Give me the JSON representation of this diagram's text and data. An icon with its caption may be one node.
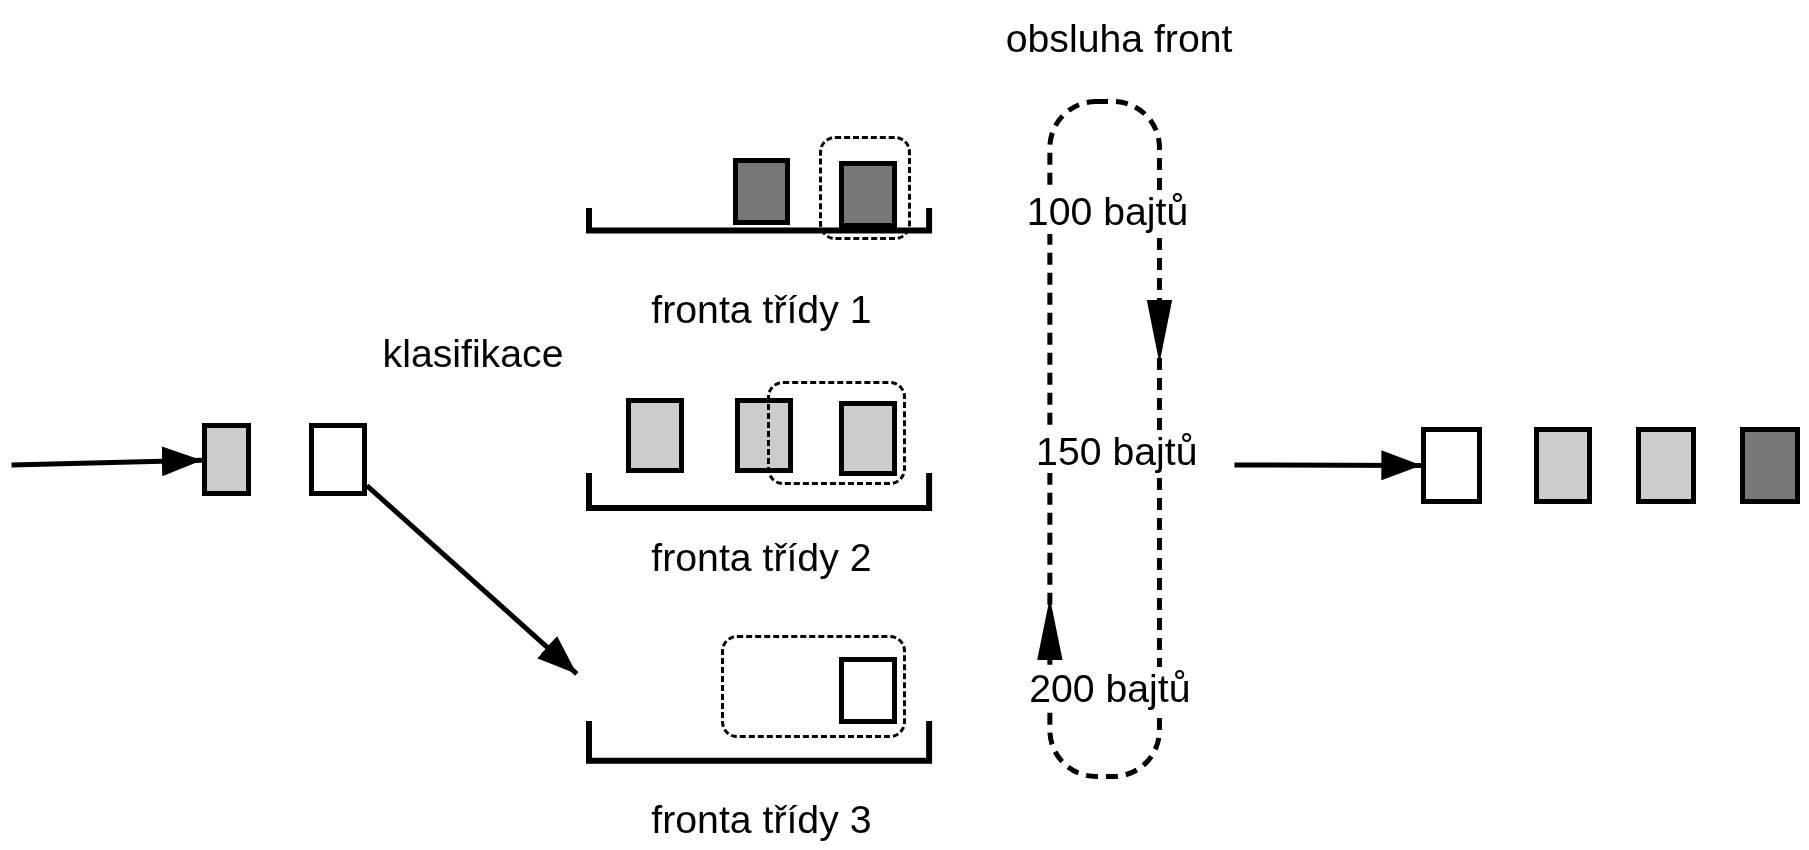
{
  "diagram": {
    "nodes": [
      {
        "text": [],
        "shape": "box"
      },
      {
        "text": [],
        "shape": "box"
      },
      {
        "text": [
          "fronta třídy 1"
        ]
      },
      {
        "text": [],
        "shape": "box",
        "in": 2
      },
      {
        "text": [],
        "shape": "box",
        "in": 2
      },
      {
        "text": [],
        "shape": "box",
        "in": 4
      },
      {
        "text": [
          "fronta třídy 2"
        ]
      },
      {
        "text": [],
        "shape": "box",
        "in": 6
      },
      {
        "text": [],
        "shape": "box",
        "in": 6
      },
      {
        "text": [],
        "shape": "box",
        "in": 6
      },
      {
        "text": [],
        "shape": "box",
        "in": 9
      },
      {
        "text": [
          "fronta třídy 3"
        ]
      },
      {
        "text": [],
        "shape": "box",
        "in": 11
      },
      {
        "text": [],
        "shape": "box",
        "in": 12
      },
      {
        "text": [],
        "shape": "box"
      },
      {
        "text": [],
        "shape": "box"
      },
      {
        "text": [],
        "shape": "box"
      },
      {
        "text": [],
        "shape": "box"
      }
    ],
    "edges": [
      {
        "from": null,
        "to": 0,
        "arrow": "to"
      },
      {
        "from": 1,
        "to": 11,
        "arrow": "to",
        "label": "klasifikace"
      },
      {
        "from": null,
        "to": 14,
        "arrow": "to"
      }
    ],
    "labels": [
      "obsluha front",
      "100 bajtů",
      "150 bajtů",
      "200 bajtů"
    ]
  }
}
